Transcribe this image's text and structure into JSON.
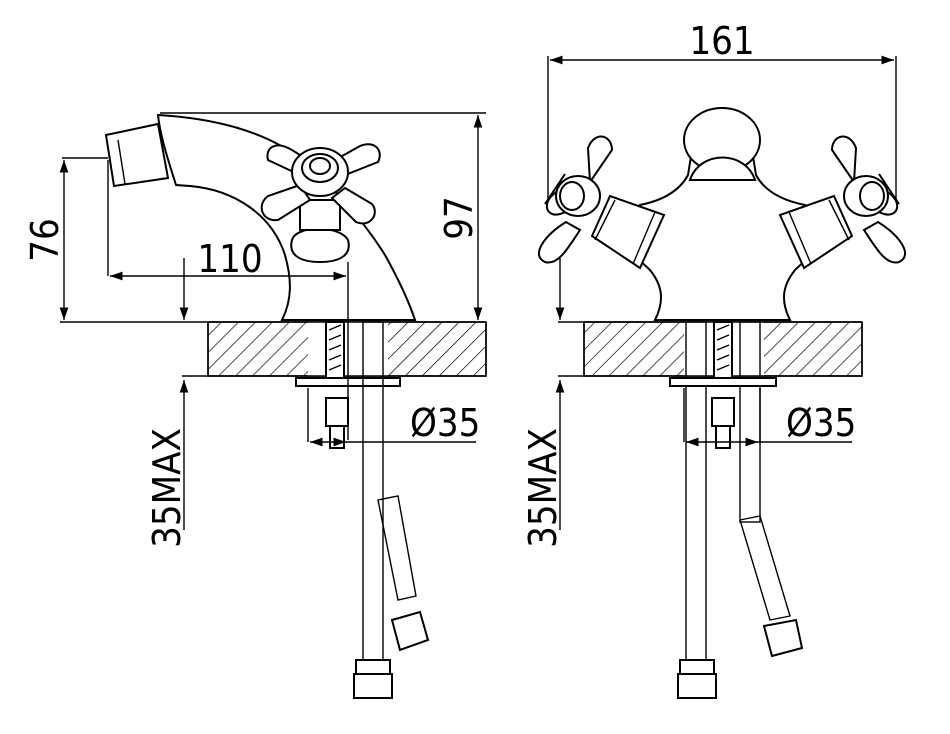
{
  "side_view": {
    "dim_height_spout": "76",
    "dim_height_total": "97",
    "dim_reach": "110",
    "dim_hole": "Ø35",
    "dim_counter_max": "35MAX"
  },
  "front_view": {
    "dim_width": "161",
    "dim_hole": "Ø35",
    "dim_counter_max": "35MAX"
  }
}
